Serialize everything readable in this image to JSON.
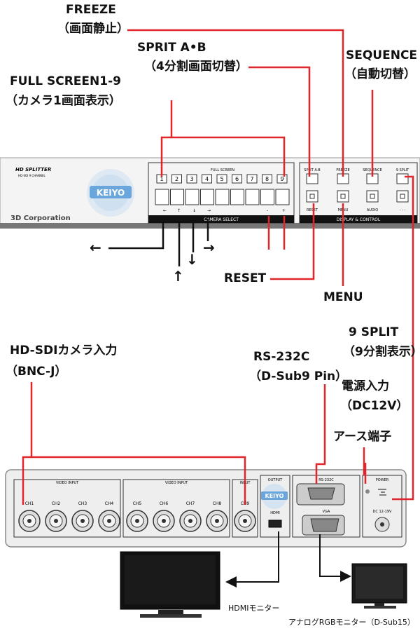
{
  "labels": {
    "freeze": "FREEZE",
    "freeze_jp": "（画面静止）",
    "sprit_ab": "SPRIT A•B",
    "sprit_ab_jp": "（4分割画面切替）",
    "sequence": "SEQUENCE",
    "sequence_jp": "（自動切替）",
    "full_screen": "FULL SCREEN1-9",
    "full_screen_jp": "（カメラ1画面表示）",
    "reset": "RESET",
    "menu": "MENU",
    "split9": "9 SPLIT",
    "split9_jp": "（9分割表示）",
    "hd_sdi": "HD-SDIカメラ入力",
    "bnc": "（BNC-J）",
    "rs232c": "RS-232C",
    "dsub9": "（D-Sub9 Pin）",
    "power_in": "電源入力",
    "dc12v": "（DC12V）",
    "ground": "アース端子",
    "hdmi_monitor": "HDMIモニター",
    "rgb_monitor": "アナログRGBモニター（D-Sub15）"
  },
  "front_panel": {
    "brand_title": "HD SPLITTER",
    "brand_sub": "HD-SDI 9 CHANNEL",
    "logo": "KEIYO",
    "company": "3D Corporation",
    "full_screen_header": "FULL SCREEN",
    "camera_numbers": [
      "1",
      "2",
      "3",
      "4",
      "5",
      "6",
      "7",
      "8",
      "9"
    ],
    "camera_select": "CAMERA SELECT",
    "display_control": "DISPLAY & CONTROL",
    "ctrl_labels": [
      "SPLIT A.B",
      "FREEZE",
      "SEQUENCE",
      "9 SPLIT"
    ],
    "ctrl_bottom": [
      "RESET",
      "MENU",
      "AUDIO",
      "- - -"
    ]
  },
  "rear_panel": {
    "video_input": "VIDEO INPUT",
    "input": "INPUT",
    "output": "OUTPUT",
    "hdmi": "HDMI",
    "rs232c": "RS-232C",
    "vga": "VGA",
    "power": "POWER",
    "dc": "DC 12-19V",
    "channels": [
      "CH1",
      "CH2",
      "CH3",
      "CH4",
      "CH5",
      "CH6",
      "CH7",
      "CH8",
      "CH9"
    ],
    "logo": "KEIYO"
  },
  "colors": {
    "callout_line": "#e0262b",
    "arrow": "#111111",
    "panel": "#eeeeee"
  },
  "icons": [
    "left-arrow-icon",
    "up-arrow-icon",
    "down-arrow-icon",
    "right-arrow-icon"
  ]
}
